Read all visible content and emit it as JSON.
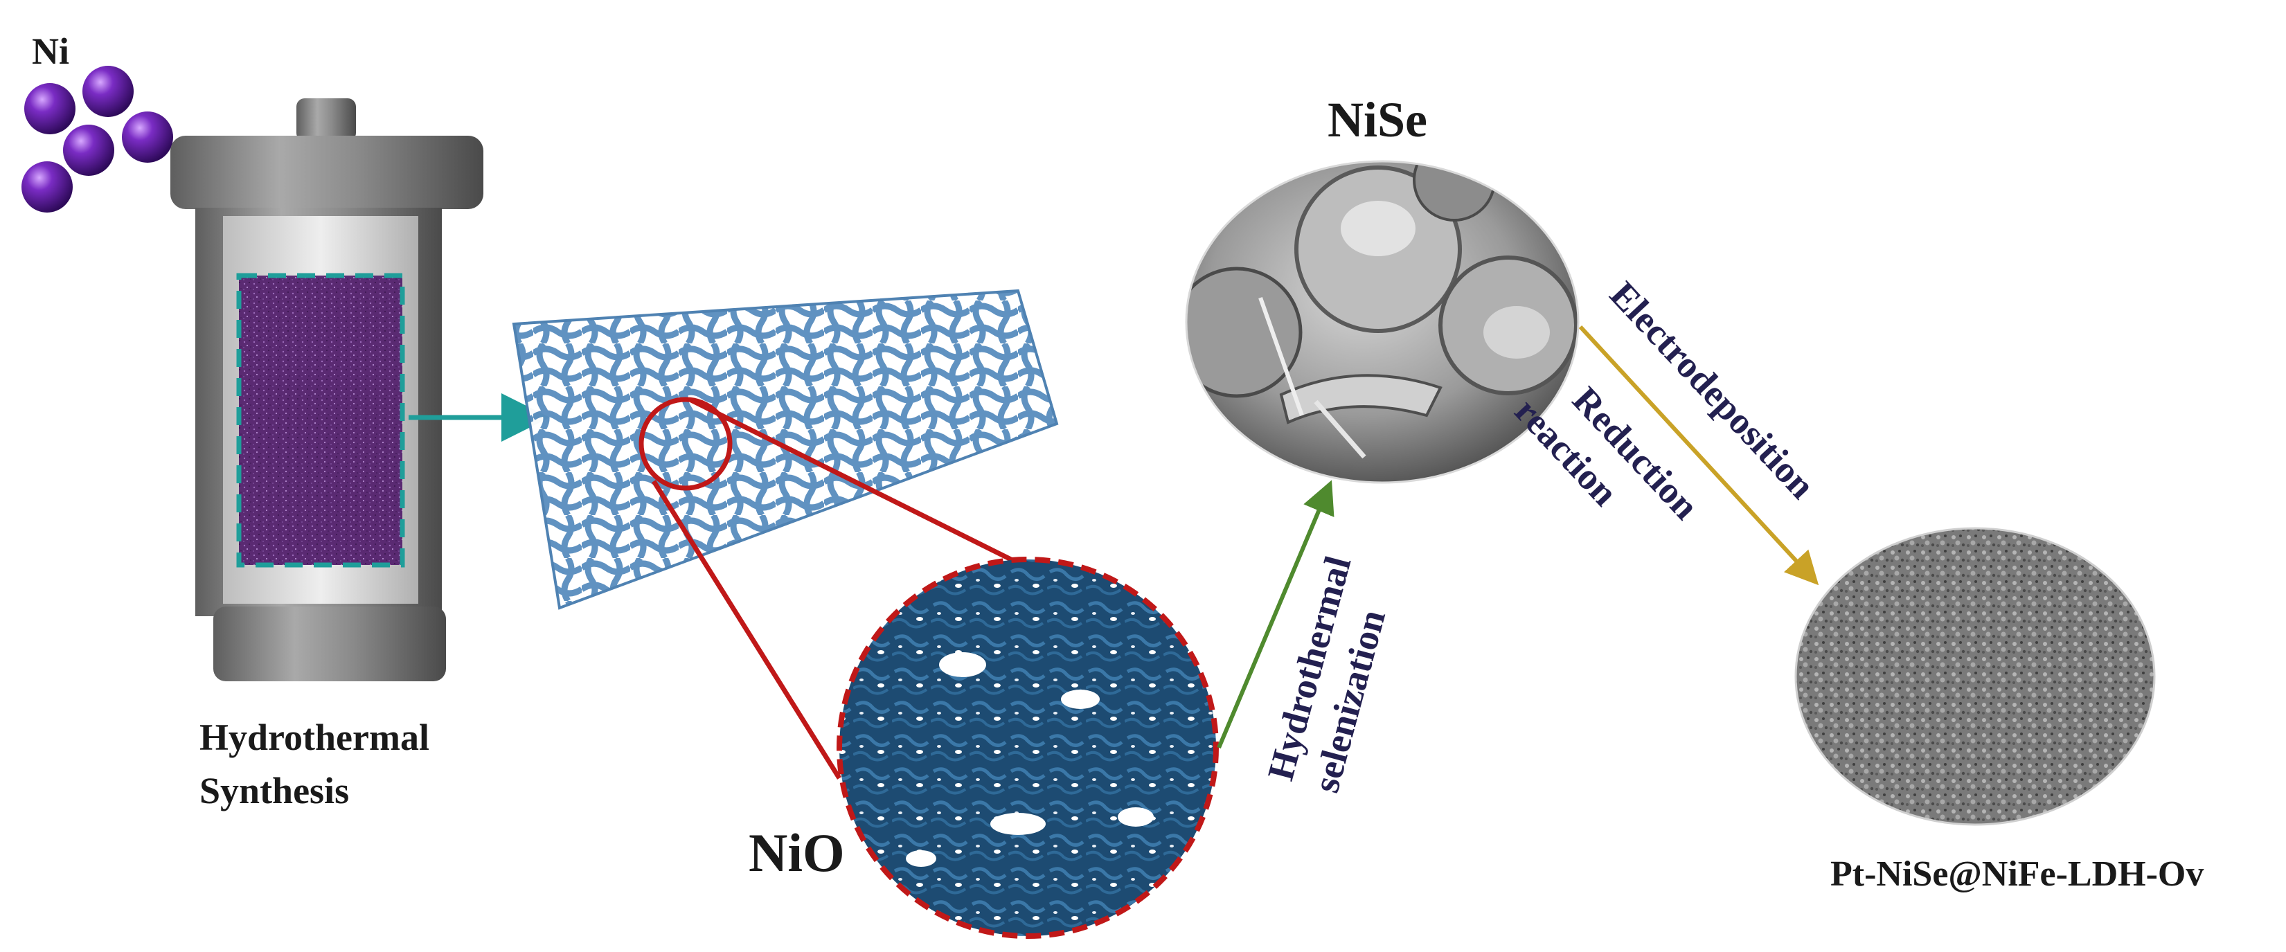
{
  "labels": {
    "ni": "Ni",
    "hydrothermal_synthesis_line1": "Hydrothermal",
    "hydrothermal_synthesis_line2": "Synthesis",
    "nio": "NiO",
    "nise": "NiSe",
    "hydrothermal_selenization_line1": "Hydrothermal",
    "hydrothermal_selenization_line2": "selenization",
    "electrodeposition": "Electrodeposition",
    "reduction_line1": "Reduction",
    "reduction_line2": "reaction",
    "product": "Pt-NiSe@NiFe-LDH-Ov"
  },
  "colors": {
    "ni_sphere": "#6a1fb0",
    "reactor_body": "#8f8f8f",
    "reactor_liquid": "#5e2a7a",
    "teal_arrow": "#1f9e9a",
    "foam": "#5b8fbf",
    "nio_dark": "#1d4b72",
    "red_zoom": "#c01818",
    "green_arrow": "#4f8a2e",
    "gold_arrow": "#c9a227",
    "navy_text": "#232050"
  }
}
